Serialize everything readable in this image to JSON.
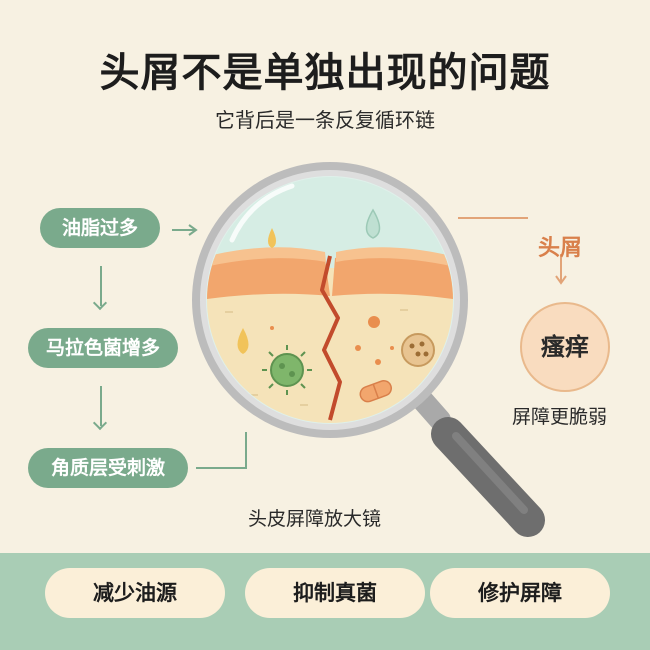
{
  "title": "头屑不是单独出现的问题",
  "subtitle": "它背后是一条反复循环链",
  "causes": [
    "油脂过多",
    "马拉色菌增多",
    "角质层受刺激"
  ],
  "magnifier_label": "头皮屏障放大镜",
  "effects": {
    "dandruff": "头屑",
    "itch": "瘙痒",
    "barrier": "屏障更脆弱"
  },
  "actions": [
    "减少油源",
    "抑制真菌",
    "修护屏障"
  ],
  "colors": {
    "background": "#f7f1e2",
    "green": "#7aaa8c",
    "orange": "#d9804b",
    "band": "#a9cdb5",
    "action_bg": "#fbefd8"
  }
}
